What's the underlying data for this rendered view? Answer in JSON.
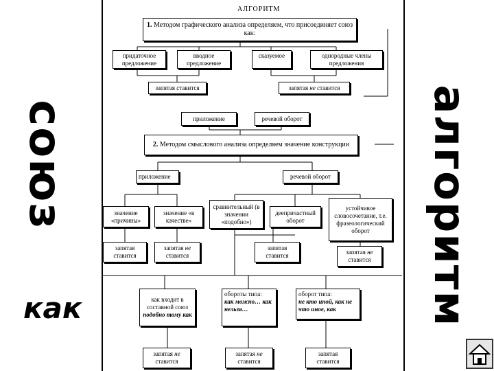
{
  "side": {
    "left_word": "союз",
    "right_word": "алгоритм",
    "kak": "как"
  },
  "diagram": {
    "title": "АЛГОРИТМ",
    "step1": {
      "num": "1.",
      "text": "Методом графического анализа определяем, что присоединяет союз как:"
    },
    "row1": [
      "придаточное предложение",
      "вводное предложение",
      "сказуемое",
      "однородные члены предложения"
    ],
    "comma_yes": "запятая ставится",
    "comma_no_prefix": "запятая",
    "comma_no_em": "не",
    "comma_no_suffix": "ставится",
    "row_mid": [
      "приложение",
      "речевой оборот"
    ],
    "step2": {
      "num": "2.",
      "text": "Методом смыслового анализа определяем значение конструкции"
    },
    "row2": [
      "приложение",
      "речевой оборот"
    ],
    "row3": [
      "значение «причины»",
      "значение «в качестве»",
      "сравнительный (в значении «подобно»)",
      "деепричастный оборот",
      "устойчивое словосочетание, т.е. фразеологический оборот"
    ],
    "bottom": {
      "b1_a": "как входит в составной союз",
      "b1_b": "подобно тому как",
      "b2_a": "обороты типа:",
      "b2_b": "как можно… как нельзя…",
      "b3_a": "оборот типа:",
      "b3_b": "не кто иной, как не что иное, как"
    }
  },
  "nav": {
    "home_icon": "home-icon"
  }
}
